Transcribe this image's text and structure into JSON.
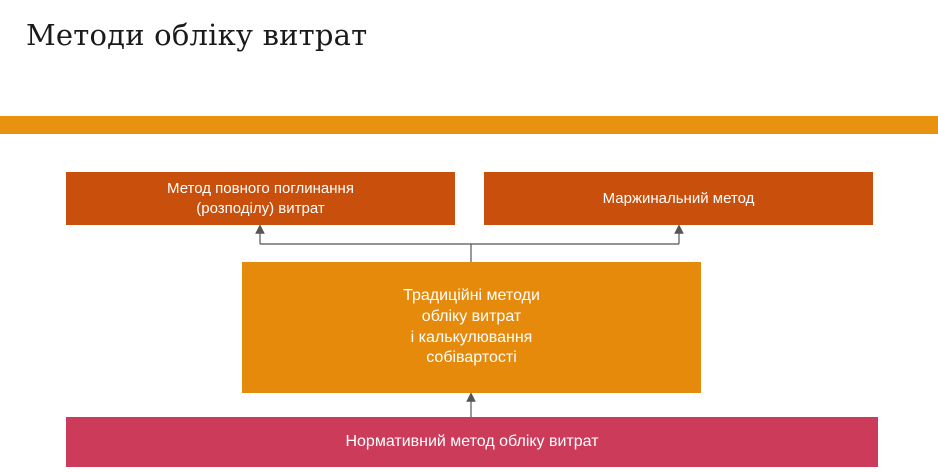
{
  "slide": {
    "title": "Методи обліку витрат"
  },
  "colors": {
    "accent_bar": "#e8920f",
    "top_boxes": "#c9500c",
    "middle_box": "#e68a0c",
    "bottom_box": "#cc3b5a",
    "connector": "#555555"
  },
  "diagram": {
    "absorption_method": "Метод повного поглинання\n(розподілу) витрат",
    "marginal_method": "Маржинальний метод",
    "traditional_methods": "Традиційні методи\nобліку витрат\nі калькулювання\nсобівартості",
    "standard_cost_method": "Нормативний метод обліку витрат"
  }
}
